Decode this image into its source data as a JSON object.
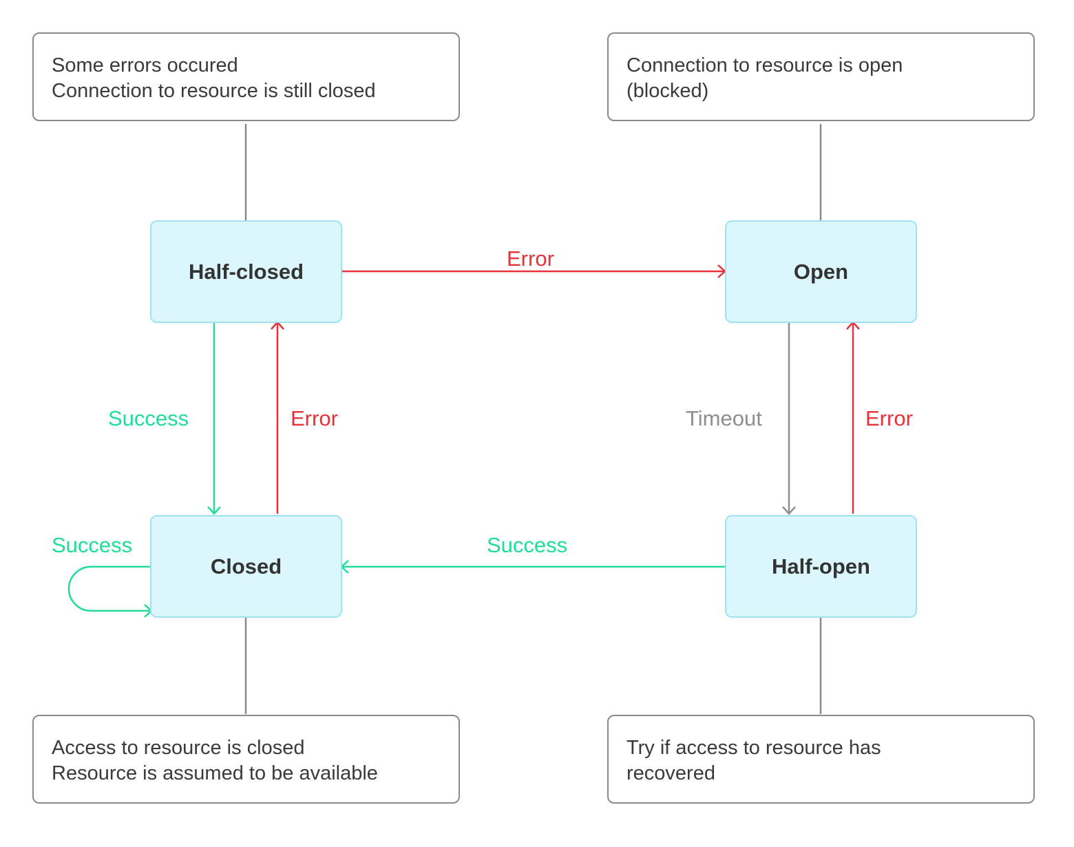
{
  "notes": {
    "top_left": [
      "Some errors occured",
      "Connection to resource is still closed"
    ],
    "top_right": [
      "Connection to resource is open",
      "(blocked)"
    ],
    "bottom_left": [
      "Access to resource is closed",
      "Resource is assumed to be available"
    ],
    "bottom_right": [
      "Try if access to resource has",
      "recovered"
    ]
  },
  "states": {
    "half_closed": "Half-closed",
    "open": "Open",
    "closed": "Closed",
    "half_open": "Half-open"
  },
  "transitions": {
    "half_closed_to_open": "Error",
    "half_closed_to_closed": "Success",
    "closed_to_half_closed": "Error",
    "open_to_half_open": "Timeout",
    "half_open_to_open": "Error",
    "half_open_to_closed": "Success",
    "closed_self_loop": "Success"
  },
  "colors": {
    "error": "#e5323a",
    "success": "#1fdc98",
    "timeout": "#8e8e8e",
    "connector": "#8a8a8a",
    "state_fill": "#dcf6fd",
    "state_border": "#9fe3f2"
  }
}
